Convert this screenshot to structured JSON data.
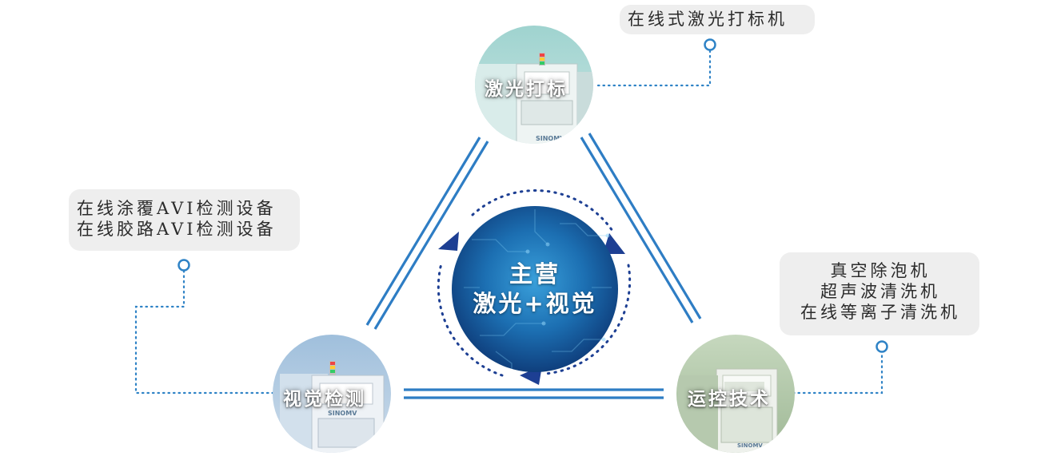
{
  "center": {
    "line1": "主营",
    "line2": "激光+视觉"
  },
  "nodes": [
    {
      "label": "激光打标",
      "machine_brand": "SINOMV"
    },
    {
      "label": "视觉检测",
      "machine_brand": "SINOMV"
    },
    {
      "label": "运控技术",
      "machine_brand": "SINOMV"
    }
  ],
  "callouts": {
    "laser": {
      "lines": [
        "在线式激光打标机"
      ]
    },
    "vision": {
      "lines": [
        "在线涂覆AVI检测设备",
        "在线胶路AVI检测设备"
      ]
    },
    "motion": {
      "lines": [
        "真空除泡机",
        "超声波清洗机",
        "在线等离子清洗机"
      ]
    }
  },
  "colors": {
    "line_blue": "#2e7dc4",
    "dot_blue": "#2f83c6",
    "arrow_navy": "#1d3f93",
    "center_blue": "#1b6fb3",
    "laser_tint": "#a6d4d2",
    "vision_tint": "#a8c3da",
    "motion_tint": "#b9cfb2",
    "callout_bg": "#eeeeee"
  }
}
